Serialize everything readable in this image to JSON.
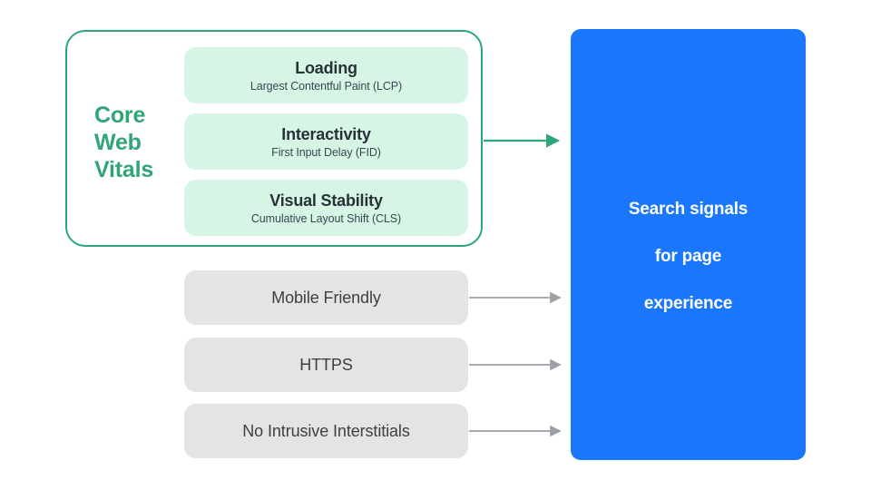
{
  "diagram": {
    "title": "Search signals for page experience",
    "colors": {
      "green_accent": "#2fa578",
      "green_fill": "#d7f5e4",
      "gray_fill": "#e4e4e4",
      "blue_fill": "#1a77fc",
      "arrow_gray": "#9aa0a6",
      "text_dark": "#263238",
      "text_white": "#ffffff"
    }
  },
  "core_web_vitals": {
    "group_label": "Core\nWeb\nVitals",
    "group_label_lines": [
      "Core",
      "Web",
      "Vitals"
    ],
    "metrics": [
      {
        "title": "Loading",
        "subtitle": "Largest Contentful Paint (LCP)"
      },
      {
        "title": "Interactivity",
        "subtitle": "First Input Delay (FID)"
      },
      {
        "title": "Visual Stability",
        "subtitle": "Cumulative Layout Shift (CLS)"
      }
    ]
  },
  "other_signals": [
    {
      "label": "Mobile Friendly"
    },
    {
      "label": "HTTPS"
    },
    {
      "label": "No Intrusive Interstitials"
    }
  ],
  "destination": {
    "label": "Search signals\nfor page\nexperience",
    "label_lines": [
      "Search signals",
      "for page",
      "experience"
    ]
  },
  "connectors": [
    {
      "name": "core-web-vitals-arrow",
      "color": "#2fa578"
    },
    {
      "name": "mobile-friendly-arrow",
      "color": "#9aa0a6"
    },
    {
      "name": "https-arrow",
      "color": "#9aa0a6"
    },
    {
      "name": "interstitials-arrow",
      "color": "#9aa0a6"
    }
  ]
}
